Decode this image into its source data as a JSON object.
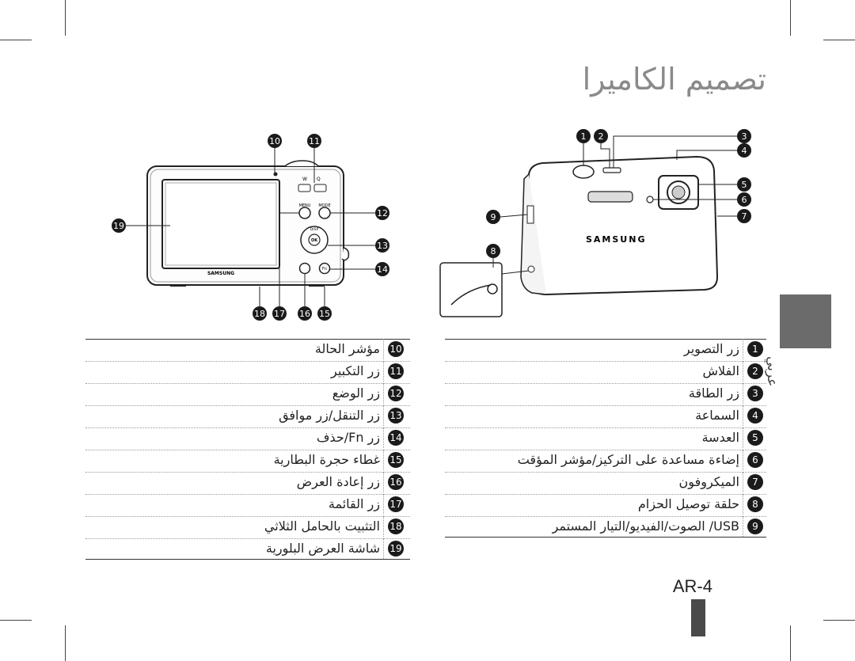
{
  "page": {
    "title": "تصميم الكاميرا",
    "page_number": "AR-4",
    "language_tab": "عربي"
  },
  "diagram_back": {
    "brand": "SAMSUNG",
    "buttons": {
      "menu": "MENU",
      "mode": "MODE",
      "disp": "DISP",
      "ok": "OK",
      "fn": "Fn"
    },
    "callouts": [
      "⑩",
      "⑪",
      "⑫",
      "⑬",
      "⑭",
      "⑮",
      "⑯",
      "⑰",
      "⑱",
      "⑲"
    ]
  },
  "diagram_front": {
    "brand": "SAMSUNG",
    "callouts": [
      "❶",
      "❷",
      "❸",
      "❹",
      "❺",
      "❻",
      "❼",
      "❽",
      "❾"
    ]
  },
  "legend_left": [
    {
      "num": "10",
      "label": "مؤشر الحالة"
    },
    {
      "num": "11",
      "label": "زر التكبير"
    },
    {
      "num": "12",
      "label": "زر الوضع"
    },
    {
      "num": "13",
      "label": "زر التنقل/زر موافق"
    },
    {
      "num": "14",
      "label": "زر Fn/حذف"
    },
    {
      "num": "15",
      "label": "غطاء حجرة البطارية"
    },
    {
      "num": "16",
      "label": "زر إعادة العرض"
    },
    {
      "num": "17",
      "label": "زر القائمة"
    },
    {
      "num": "18",
      "label": "التثبيت بالحامل الثلاثي"
    },
    {
      "num": "19",
      "label": "شاشة العرض البلورية"
    }
  ],
  "legend_right": [
    {
      "num": "1",
      "label": "زر التصوير"
    },
    {
      "num": "2",
      "label": "الفلاش"
    },
    {
      "num": "3",
      "label": "زر الطاقة"
    },
    {
      "num": "4",
      "label": "السماعة"
    },
    {
      "num": "5",
      "label": "العدسة"
    },
    {
      "num": "6",
      "label": "إضاءة مساعدة على التركيز/مؤشر المؤقت"
    },
    {
      "num": "7",
      "label": "الميكروفون"
    },
    {
      "num": "8",
      "label": "حلقة توصيل الحزام"
    },
    {
      "num": "9",
      "label": "USB/ الصوت/الفيديو/التيار المستمر"
    }
  ]
}
